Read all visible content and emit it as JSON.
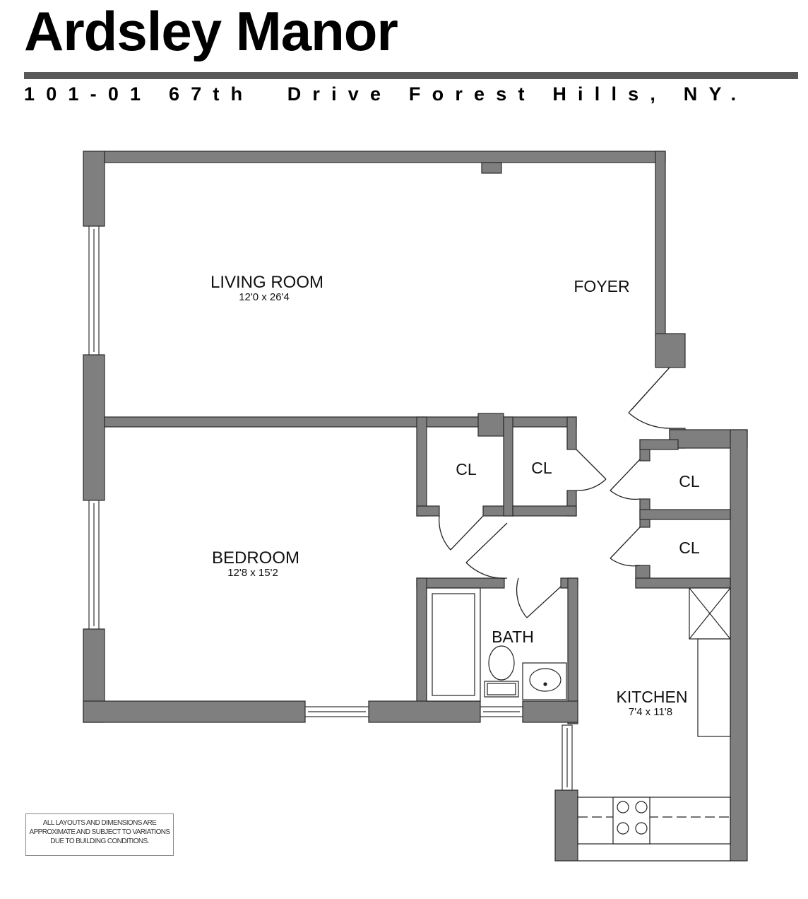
{
  "header": {
    "title": "Ardsley Manor",
    "address": "101-01 67th  Drive Forest Hills, NY."
  },
  "rooms": {
    "living_name": "LIVING ROOM",
    "living_dims": "12'0 x 26'4",
    "foyer_name": "FOYER",
    "bedroom_name": "BEDROOM",
    "bedroom_dims": "12'8 x 15'2",
    "bath_name": "BATH",
    "kitchen_name": "KITCHEN",
    "kitchen_dims": "7'4 x 11'8",
    "closet_1": "CL",
    "closet_2": "CL",
    "closet_3": "CL",
    "closet_4": "CL"
  },
  "disclaimer": {
    "line1": "ALL LAYOUTS AND DIMENSIONS ARE",
    "line2": "APPROXIMATE AND SUBJECT TO VARIATIONS",
    "line3": "DUE TO BUILDING CONDITIONS."
  },
  "colors": {
    "wall": "#7f7f7f",
    "wall_outline": "#2b2b2b",
    "header_rule": "#595959"
  }
}
